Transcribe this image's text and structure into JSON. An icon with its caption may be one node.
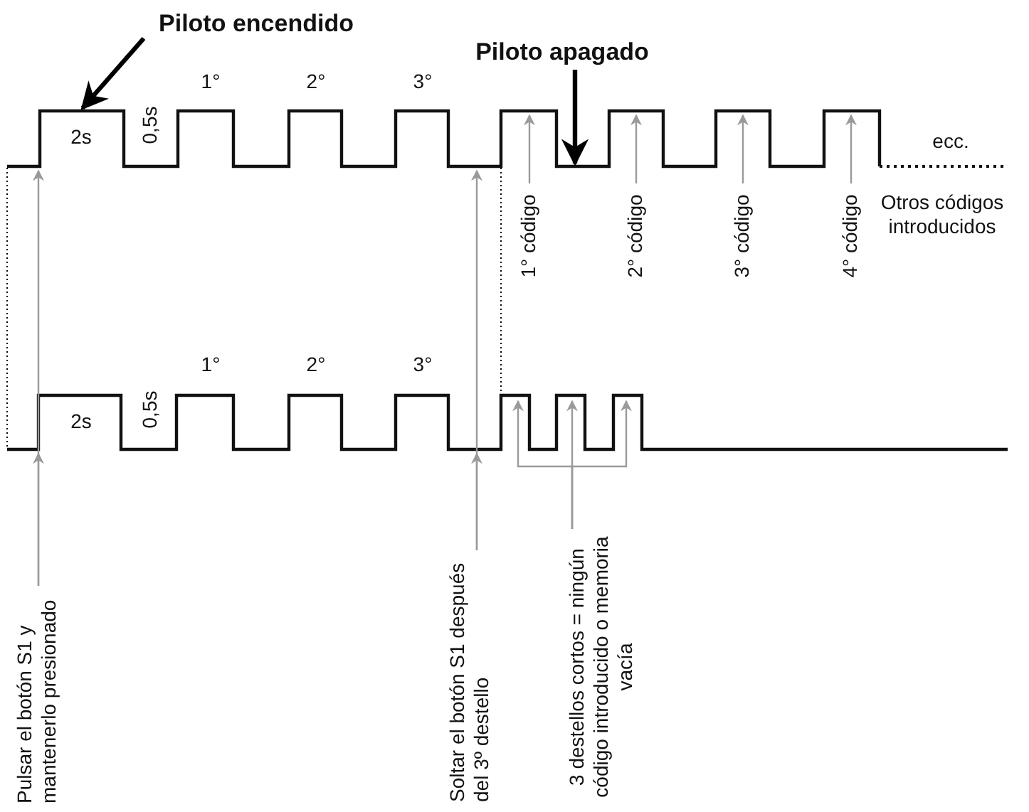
{
  "diagram": {
    "nodes": [
      {
        "text": [
          "Piloto encendido"
        ]
      },
      {
        "text": [
          "Piloto apagado"
        ]
      },
      {
        "text": [
          "1° código"
        ]
      },
      {
        "text": [
          "2° código"
        ]
      },
      {
        "text": [
          "3° código"
        ]
      },
      {
        "text": [
          "4° código"
        ]
      },
      {
        "text": [
          "Pulsar el botón S1 y mantenerlo presionado"
        ]
      },
      {
        "text": [
          "Soltar el botón S1 después del 3º destello"
        ]
      },
      {
        "text": [
          "3 destellos cortos = ningún código introducido o memoria vacía"
        ]
      },
      {
        "text": [],
        "shape": "waveform"
      },
      {
        "text": [],
        "shape": "waveform"
      }
    ],
    "edges": [
      {
        "from": 0,
        "to": 9,
        "arrow": "to",
        "style": "thick",
        "color": "#000000"
      },
      {
        "from": 1,
        "to": 9,
        "arrow": "to",
        "style": "thick",
        "color": "#000000"
      },
      {
        "from": 2,
        "to": 9,
        "arrow": "to"
      },
      {
        "from": 3,
        "to": 9,
        "arrow": "to"
      },
      {
        "from": 4,
        "to": 9,
        "arrow": "to"
      },
      {
        "from": 5,
        "to": 9,
        "arrow": "to"
      },
      {
        "from": 6,
        "to": 10,
        "arrow": "to"
      },
      {
        "from": 6,
        "to": 9,
        "arrow": "to"
      },
      {
        "from": 7,
        "to": 10,
        "arrow": "to"
      },
      {
        "from": 7,
        "to": 9,
        "arrow": "to"
      },
      {
        "from": 8,
        "to": 10,
        "arrow": "to"
      },
      {
        "from": 8,
        "to": 10,
        "arrow": "to"
      },
      {
        "from": 8,
        "to": 10,
        "arrow": "to"
      },
      {
        "from": 9,
        "to": 10,
        "arrow": "none",
        "style": "dashed",
        "color": "#000000"
      },
      {
        "from": 9,
        "to": 10,
        "arrow": "none",
        "style": "dashed",
        "color": "#000000"
      }
    ],
    "labels": [
      "2s",
      "0,5s",
      "1°",
      "2°",
      "3°",
      "ecc.",
      "Otros códigos introducidos",
      "2s",
      "0,5s",
      "1°",
      "2°",
      "3°"
    ]
  }
}
